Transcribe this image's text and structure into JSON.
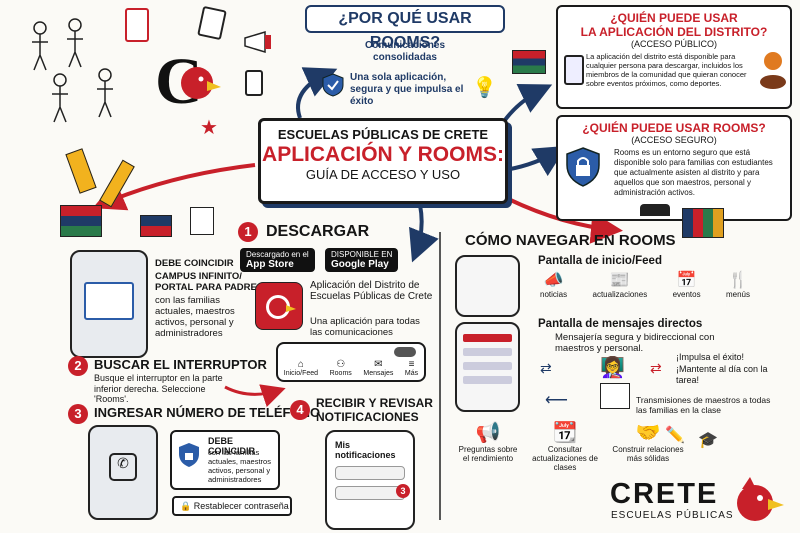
{
  "header": {
    "line1": "ESCUELAS PÚBLICAS DE CRETE",
    "line2": "APLICACIÓN Y ROOMS:",
    "line3": "GUÍA DE ACCESO Y USO"
  },
  "why": {
    "title": "¿POR QUÉ USAR ROOMS?",
    "item1": "Comunicaciones consolidadas",
    "item2": "Una sola aplicación, segura y que impulsa el éxito"
  },
  "who_district": {
    "title_line1": "¿QUIÉN PUEDE USAR",
    "title_line2": "LA APLICACIÓN DEL DISTRITO?",
    "subtitle": "(ACCESO PÚBLICO)",
    "body": "La aplicación del distrito está disponible para cualquier persona para descargar, incluidos los miembros de la comunidad que quieran conocer sobre eventos próximos, como deportes."
  },
  "who_rooms": {
    "title": "¿QUIÉN PUEDE USAR ROOMS?",
    "subtitle": "(ACCESO SEGURO)",
    "body": "Rooms es un entorno seguro que está disponible solo para familias con estudiantes que actualmente asisten al distrito y para aquellos que son maestros, personal y administración activos."
  },
  "step1": {
    "num": "1",
    "title": "DESCARGAR",
    "appstore_small": "Descargado en el",
    "appstore_big": "App Store",
    "play_small": "DISPONIBLE EN",
    "play_big": "Google Play",
    "app_name": "Aplicación del Distrito de Escuelas Públicas de Crete",
    "app_desc": "Una aplicación para todas las comunicaciones"
  },
  "match1": {
    "label": "DEBE COINCIDIR",
    "system": "CAMPUS INFINITO/ PORTAL PARA PADRES",
    "desc": "con las familias actuales, maestros activos, personal y administradores"
  },
  "step2": {
    "num": "2",
    "title": "BUSCAR EL INTERRUPTOR",
    "desc": "Busque el interruptor en la parte inferior derecha. Seleccione 'Rooms'.",
    "tabs": [
      "Inicio/Feed",
      "Rooms",
      "Mensajes",
      "Más"
    ]
  },
  "step3": {
    "num": "3",
    "title": "INGRESAR NÚMERO DE TELÉFONO",
    "match_label": "DEBE COINCIDIR",
    "match_desc": "con las familias actuales, maestros activos, personal y administradores",
    "reset": "Restablecer contraseña"
  },
  "step4": {
    "num": "4",
    "title_line1": "RECIBIR Y REVISAR",
    "title_line2": "NOTIFICACIONES",
    "screen_title": "Mis notificaciones",
    "badge": "3"
  },
  "navigate": {
    "title": "CÓMO NAVEGAR EN ROOMS",
    "feed_title": "Pantalla de inicio/Feed",
    "feed_items": [
      "noticias",
      "actualizaciones",
      "eventos",
      "menús"
    ],
    "dm_title": "Pantalla de mensajes directos",
    "dm_desc": "Mensajería segura y bidireccional con maestros y personal.",
    "cheer1": "¡Impulsa el éxito!",
    "cheer2": "¡Mantente al día con la tarea!",
    "broadcast": "Transmisiones de maestros a todas las familias en la clase",
    "bottom_items": [
      "Preguntas sobre el rendimiento",
      "Consultar actualizaciones de clases",
      "Construir relaciones más sólidas"
    ]
  },
  "brand": {
    "name": "CRETE",
    "sub": "ESCUELAS PÚBLICAS",
    "logo_letter": "C"
  },
  "colors": {
    "navy": "#1f3a66",
    "red": "#c8202a"
  }
}
